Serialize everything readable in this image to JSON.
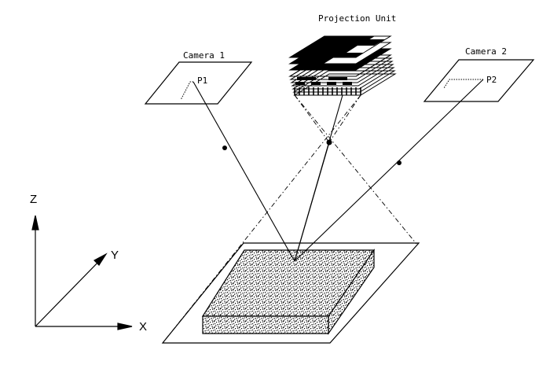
{
  "diagram": {
    "projection_unit_label": "Projection Unit",
    "camera1_label": "Camera 1",
    "camera2_label": "Camera 2",
    "point1_label": "P1",
    "point2_label": "P2",
    "axis_z_label": "Z",
    "axis_y_label": "Y",
    "axis_x_label": "X"
  },
  "colors": {
    "line": "#000000",
    "background": "#ffffff"
  }
}
